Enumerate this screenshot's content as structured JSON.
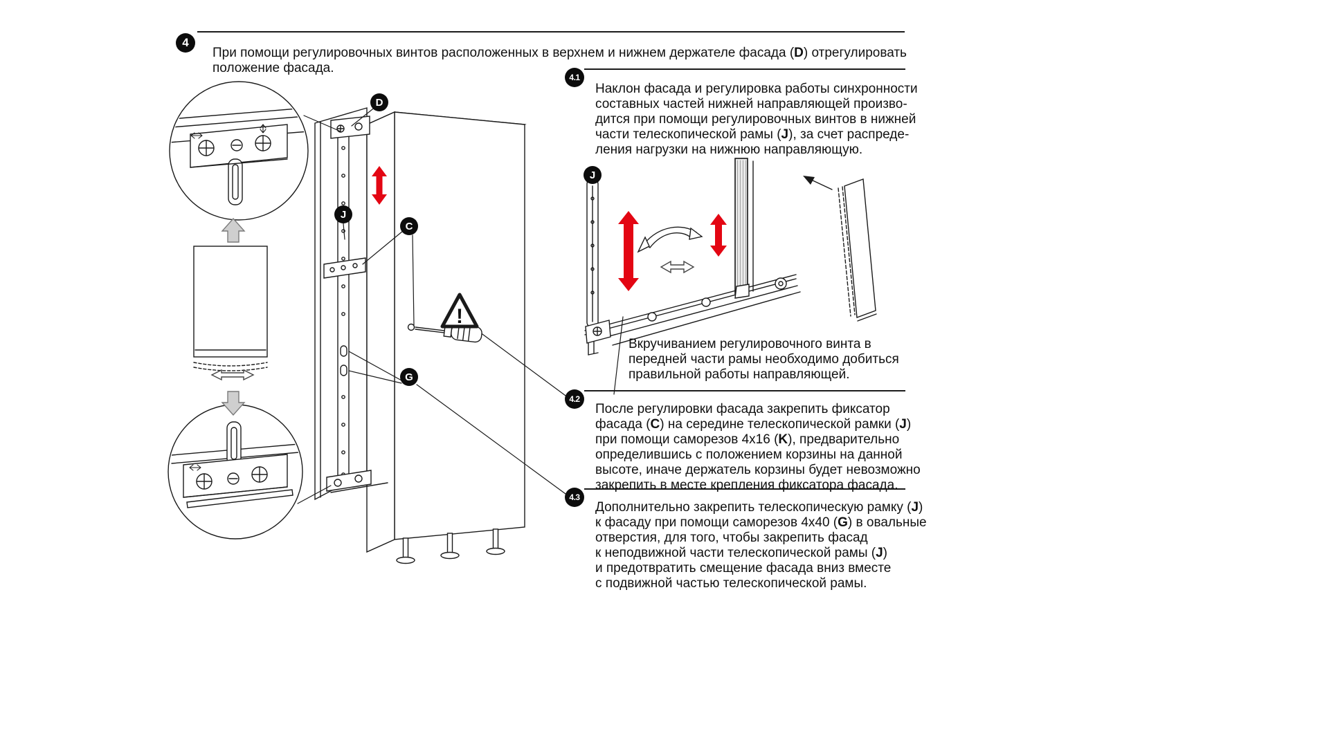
{
  "colors": {
    "ink": "#1a1a1a",
    "accent_red": "#e30613",
    "arrow_gray": "#cfcfcf"
  },
  "step": {
    "number": "4"
  },
  "intro": {
    "segments": [
      {
        "t": "При помощи регулировочных винтов расположенных в верхнем и нижнем держателе фасада ("
      },
      {
        "t": "D",
        "b": true
      },
      {
        "t": ") отрегулировать\nположение фасада."
      }
    ]
  },
  "sections": {
    "s41": {
      "number": "4.1",
      "segments": [
        {
          "t": "Наклон фасада и регулировка работы синхронности\nсоставных частей нижней направляющей произво-\nдится при помощи регулировочных винтов в нижней\nчасти телескопической рамы ("
        },
        {
          "t": "J",
          "b": true
        },
        {
          "t": "), за счет распреде-\nления нагрузки на нижнюю направляющую."
        }
      ],
      "note_segments": [
        {
          "t": "Вкручиванием регулировочного винта в\nпередней части рамы необходимо добиться\nправильной работы направляющей."
        }
      ]
    },
    "s42": {
      "number": "4.2",
      "segments": [
        {
          "t": "После регулировки фасада закрепить фиксатор\nфасада ("
        },
        {
          "t": "C",
          "b": true
        },
        {
          "t": ") на середине телескопической рамки ("
        },
        {
          "t": "J",
          "b": true
        },
        {
          "t": ")\nпри помощи саморезов 4x16 ("
        },
        {
          "t": "K",
          "b": true
        },
        {
          "t": "), предварительно\nопределившись с положением корзины на данной\nвысоте, иначе держатель корзины будет невозможно\nзакрепить в месте крепления фиксатора фасада."
        }
      ]
    },
    "s43": {
      "number": "4.3",
      "segments": [
        {
          "t": "Дополнительно закрепить телескопическую рамку ("
        },
        {
          "t": "J",
          "b": true
        },
        {
          "t": ")\nк фасаду при помощи саморезов 4x40 ("
        },
        {
          "t": "G",
          "b": true
        },
        {
          "t": ") в овальные\nотверстия, для того, чтобы закрепить фасад\nк неподвижной части телескопической рамы ("
        },
        {
          "t": "J",
          "b": true
        },
        {
          "t": ")\nи предотвратить смещение фасада вниз вместе\nс подвижной частью телескопической рамы."
        }
      ]
    }
  },
  "labels": {
    "d": "D",
    "j_left": "J",
    "c": "C",
    "g": "G",
    "j_right": "J",
    "warning_mark": "!"
  }
}
